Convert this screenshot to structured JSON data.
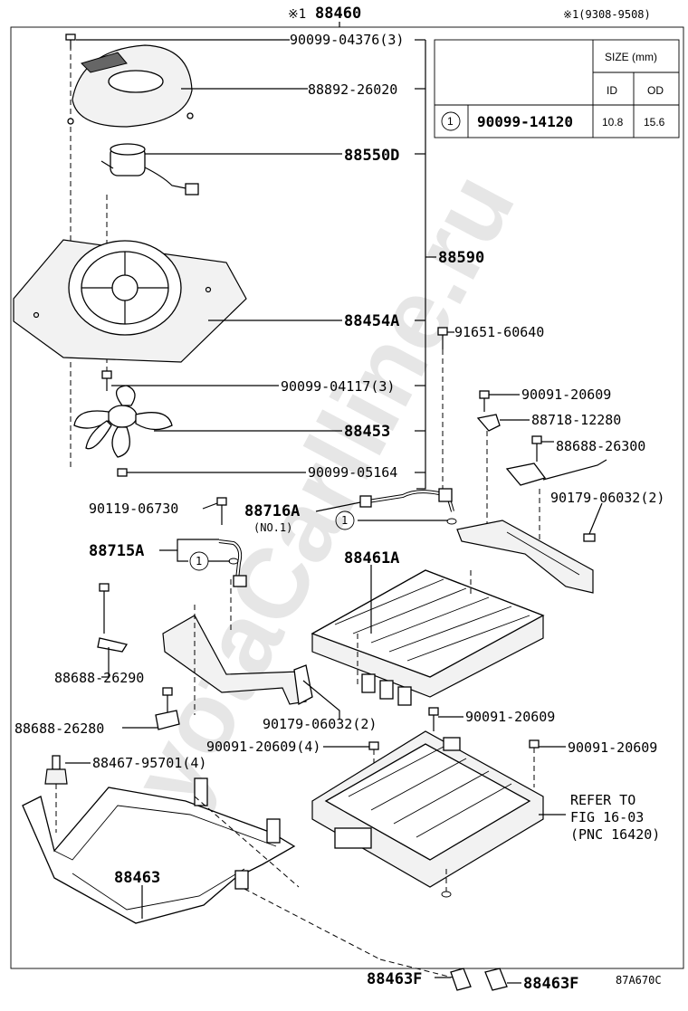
{
  "header": {
    "title_mark": "※1",
    "title_part": "88460",
    "date_note": "※1(9308-9508)"
  },
  "size_table": {
    "title": "SIZE (mm)",
    "col_id": "ID",
    "col_od": "OD",
    "row_ref": "1",
    "row_part": "90099-14120",
    "row_id": "10.8",
    "row_od": "15.6"
  },
  "watermark": "ToyotaCarlline.ru",
  "labels": {
    "l_90099_04376": "90099-04376(3)",
    "l_88892_26020": "88892-26020",
    "l_88550D": "88550D",
    "l_88590": "88590",
    "l_88454A": "88454A",
    "l_91651_60640": "91651-60640",
    "l_90099_04117": "90099-04117(3)",
    "l_90091_20609_a": "90091-20609",
    "l_88453": "88453",
    "l_88718_12280": "88718-12280",
    "l_88688_26300": "88688-26300",
    "l_90099_05164": "90099-05164",
    "l_90179_06032_a": "90179-06032(2)",
    "l_90119_06730": "90119-06730",
    "l_88716A": "88716A",
    "l_no1": "(NO.1)",
    "l_88715A": "88715A",
    "l_88461A": "88461A",
    "l_88688_26290": "88688-26290",
    "l_88688_26280": "88688-26280",
    "l_90179_06032_b": "90179-06032(2)",
    "l_90091_20609_b": "90091-20609",
    "l_90091_20609_4": "90091-20609(4)",
    "l_90091_20609_c": "90091-20609",
    "l_88467_95701": "88467-95701(4)",
    "l_refer1": "REFER TO",
    "l_refer2": "FIG 16-03",
    "l_refer3": "(PNC 16420)",
    "l_88463": "88463",
    "l_88463F_a": "88463F",
    "l_88463F_b": "88463F",
    "l_code": "87A670C",
    "circle_1": "1"
  }
}
